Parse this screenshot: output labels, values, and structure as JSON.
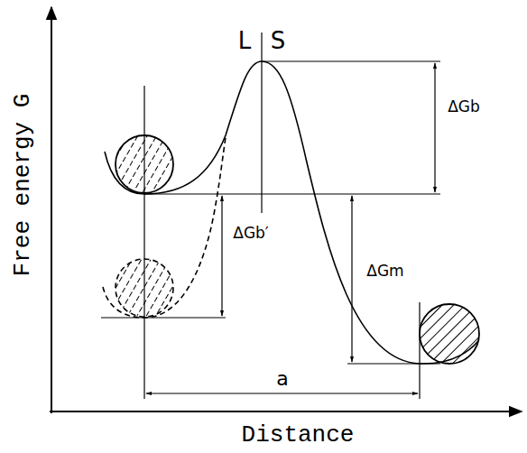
{
  "diagram": {
    "labels": [
      "L",
      "S",
      "ΔGb",
      "ΔGb′",
      "ΔGm",
      "a",
      "Free energy G",
      "Distance"
    ]
  }
}
